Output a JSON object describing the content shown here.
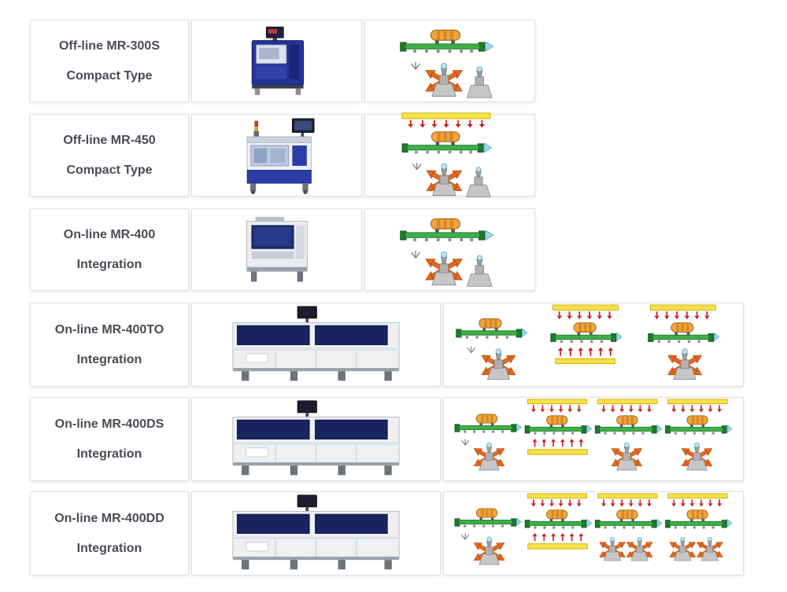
{
  "colors": {
    "card_border": "#e2e2e2",
    "title_text": "#4b4b55",
    "conveyor_green": "#3fae49",
    "conveyor_dark_green": "#1f7a2a",
    "component_orange": "#f2a63c",
    "heater_yellow": "#f7e24a",
    "heat_arrow_red": "#cc2222",
    "motion_arrow_orange": "#e8671c",
    "flow_arrow_cyan": "#9bd7ea",
    "machine_navy": "#25349b",
    "stand_gray": "#c6c6c6"
  },
  "rows": [
    {
      "title": "Off-line MR-300S",
      "subtitle": "Compact Type"
    },
    {
      "title": "Off-line MR-450",
      "subtitle": "Compact Type"
    },
    {
      "title": "On-line MR-400",
      "subtitle": "Integration"
    },
    {
      "title": "On-line MR-400TO",
      "subtitle": "Integration"
    },
    {
      "title": "On-line MR-400DS",
      "subtitle": "Integration"
    },
    {
      "title": "On-line MR-400DD",
      "subtitle": "Integration"
    }
  ]
}
